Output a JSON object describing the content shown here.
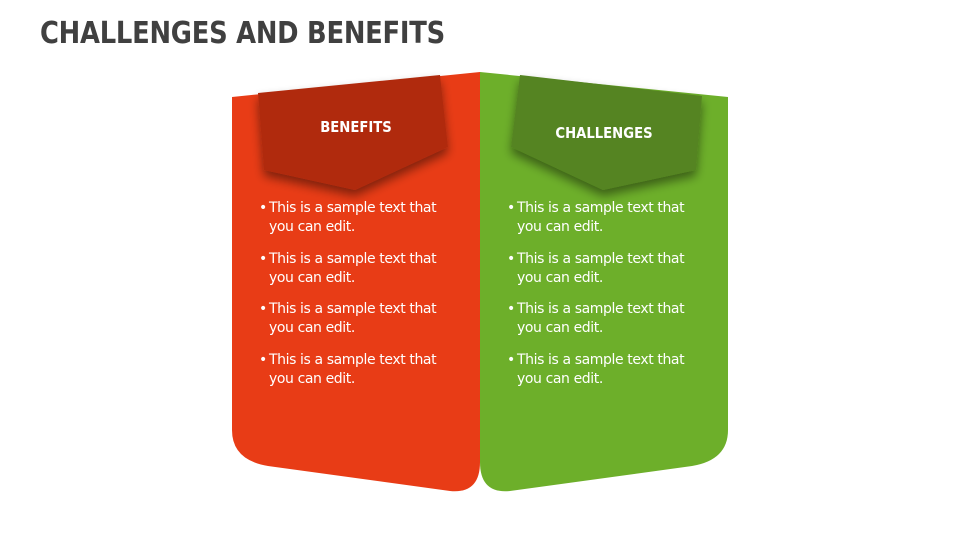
{
  "title": "CHALLENGES AND BENEFITS",
  "colors": {
    "benefits_panel": "#E83C16",
    "benefits_ribbon": "#B02C10",
    "challenges_panel": "#6DAF2A",
    "challenges_ribbon": "#548421",
    "title_text": "#404040"
  },
  "benefits": {
    "heading": "BENEFITS",
    "bullet": "•",
    "items": [
      {
        "line1": "This is a sample text that",
        "line2": "you can edit."
      },
      {
        "line1": "This is a sample text that",
        "line2": "you can edit."
      },
      {
        "line1": "This is a sample text that",
        "line2": "you can edit."
      },
      {
        "line1": "This is a sample text that",
        "line2": "you can edit."
      }
    ]
  },
  "challenges": {
    "heading": "CHALLENGES",
    "bullet": "•",
    "items": [
      {
        "line1": "This is a sample text that",
        "line2": "you can edit."
      },
      {
        "line1": "This is a sample text that",
        "line2": "you can edit."
      },
      {
        "line1": "This is a sample text that",
        "line2": "you can edit."
      },
      {
        "line1": "This is a sample text that",
        "line2": "you can edit."
      }
    ]
  }
}
